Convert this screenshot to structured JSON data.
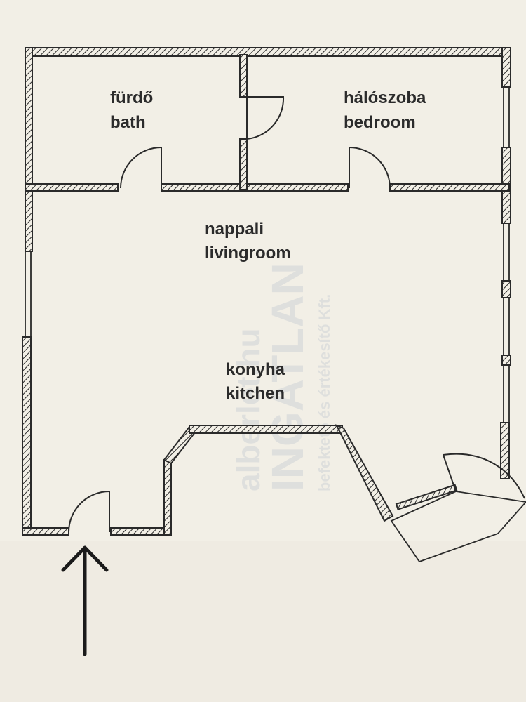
{
  "rooms": {
    "bath": {
      "hu": "fürdő",
      "en": "bath"
    },
    "bedroom": {
      "hu": "hálószoba",
      "en": "bedroom"
    },
    "living": {
      "hu": "nappali",
      "en": "livingroom"
    },
    "kitchen": {
      "hu": "konyha",
      "en": "kitchen"
    }
  },
  "watermark": {
    "line1": "alberlet.hu",
    "line2": "INGATLAN",
    "line3": "befektető és értékesítő Kft."
  },
  "colors": {
    "paper": "#f2efe6",
    "wall_ink": "#2a2a2a",
    "label_ink": "#2b2b2b",
    "watermark": "#cfd3d6"
  },
  "icons": {
    "entrance": "arrow-up-icon"
  }
}
